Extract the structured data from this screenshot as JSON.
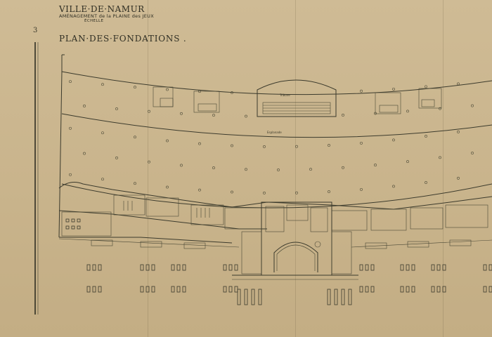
{
  "title_block": {
    "sheet_number": "3",
    "line1": "VILLE·DE·NAMUR",
    "line2": "AMÉNAGEMENT de la PLAINE des JEUX",
    "line3": "ÉCHELLE",
    "line4": "PLAN·DES·FONDATIONS ."
  },
  "labels": {
    "tribune_label": "Tribune",
    "esplanade_label": "Esplanade"
  },
  "colors": {
    "paper": "#cdb992",
    "ink": "#3b3a2c"
  }
}
